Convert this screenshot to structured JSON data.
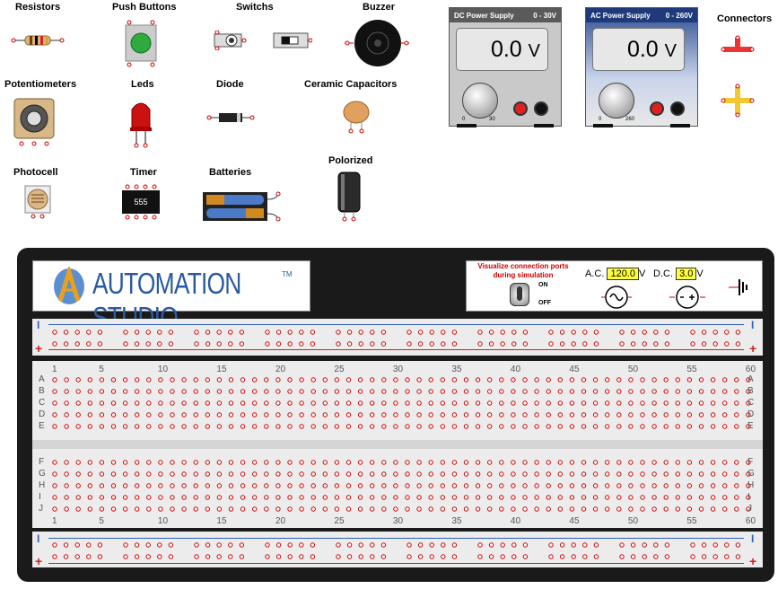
{
  "palette": {
    "labels": {
      "resistors": "Resistors",
      "push_buttons": "Push Buttons",
      "switchs": "Switchs",
      "buzzer": "Buzzer",
      "potentiometers": "Potentiometers",
      "leds": "Leds",
      "diode": "Diode",
      "ceramic_capacitors": "Ceramic Capacitors",
      "photocell": "Photocell",
      "timer": "Timer",
      "batteries": "Batteries",
      "polorized": "Polorized",
      "connectors": "Connectors"
    },
    "timer_chip_text": "555"
  },
  "dc_supply": {
    "title": "DC Power Supply",
    "range": "0 - 30V",
    "display_value": "0.0",
    "display_unit": "V",
    "scale_min": "0",
    "scale_max": "30"
  },
  "ac_supply": {
    "title": "AC Power Supply",
    "range": "0 - 260V",
    "display_value": "0.0",
    "display_unit": "V",
    "scale_min": "0",
    "scale_max": "260"
  },
  "brand": {
    "name": "AUTOMATION STUDIO",
    "tm": "TM"
  },
  "control_panel": {
    "visualize_label": "Visualize connection ports during simulation",
    "on_label": "ON",
    "off_label": "OFF",
    "ac_label": "A.C.",
    "ac_value": "120.0",
    "ac_unit": "V",
    "dc_label": "D.C.",
    "dc_value": "3.0",
    "dc_unit": "V"
  },
  "breadboard": {
    "rail_plus": "+",
    "rail_minus": "I",
    "column_numbers": [
      "1",
      "5",
      "10",
      "15",
      "20",
      "25",
      "30",
      "35",
      "40",
      "45",
      "50",
      "55",
      "60"
    ],
    "rows_top": [
      "A",
      "B",
      "C",
      "D",
      "E"
    ],
    "rows_bottom": [
      "F",
      "G",
      "H",
      "I",
      "J"
    ]
  },
  "colors": {
    "hole": "#cc0000",
    "board": "#1a1a1a",
    "board_surface": "#ececec",
    "dc_header": "#555555",
    "ac_header": "#1e3a7a",
    "display_yellow": "#ffff40"
  }
}
